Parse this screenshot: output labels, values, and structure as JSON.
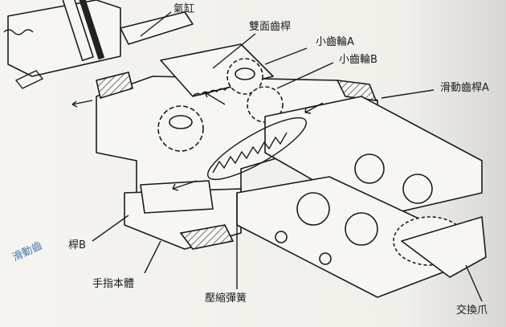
{
  "labels": {
    "cylinder": "氣缸",
    "double_rack": "雙面齒桿",
    "pinion_a": "小齒輪A",
    "pinion_b": "小齒輪B",
    "slide_rack_a": "滑動齒桿A",
    "slide_rack_b_part1": "滑動齒",
    "slide_rack_b_part2": "桿B",
    "finger_body": "手指本體",
    "compression_spring": "壓縮彈簧",
    "exchange_claw": "交換爪"
  }
}
